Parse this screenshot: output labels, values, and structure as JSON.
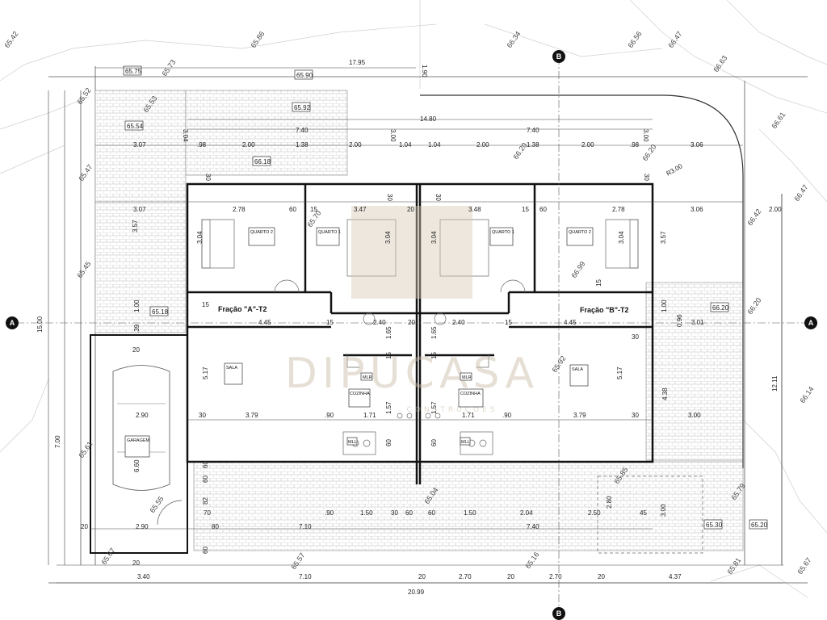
{
  "title": {
    "unit_a": "Fração \"A\"-T2",
    "unit_b": "Fração \"B\"-T2"
  },
  "watermark": {
    "main": "DIPUCASA",
    "sub": "CONSTRUÇÕES"
  },
  "section_markers": {
    "a_left": "A",
    "a_right": "A",
    "b_top": "B",
    "b_bottom": "B"
  },
  "room_tags": {
    "quarto_a1": "QUARTO 2",
    "quarto_a2": "QUARTO 1",
    "quarto_b1": "QUARTO 1",
    "quarto_b2": "QUARTO 2",
    "sala_a": "SALA",
    "sala_b": "SALA",
    "cozinha_a": "COZINHA",
    "cozinha_b": "COZINHA",
    "garagem": "GARAGEM",
    "mlr_a": "MLR",
    "mlr_b": "MLR",
    "mll_a": "MLL",
    "mll_b": "MLL"
  },
  "levels": {
    "l1": "65.42",
    "l2": "65.73",
    "l3": "65.86",
    "l4": "66.34",
    "l5": "66.56",
    "l6": "66.47",
    "l7": "66.63",
    "l8": "65.52",
    "l9": "65.53",
    "l10": "65.47",
    "l11": "65.45",
    "l12": "65.61",
    "l13": "65.55",
    "l14": "65.67",
    "l15": "65.57",
    "l16": "65.70",
    "l17": "65.92",
    "l18": "66.20",
    "l19": "66.61",
    "l20": "66.47",
    "l21": "66.42",
    "l22": "66.20",
    "l23": "66.14",
    "l24": "65.79",
    "l25": "65.85",
    "l26": "65.81",
    "l27": "65.67",
    "l28": "65.16",
    "l29": "65.04",
    "l30": "66.20",
    "l31": "66.99"
  },
  "level_tags": {
    "t1": "65.75",
    "t2": "65.90",
    "t3": "65.92",
    "t4": "65.54",
    "t5": "66.18",
    "t6": "65.18",
    "t7": "66.20",
    "t8": "65.30",
    "t9": "65.20"
  },
  "dims": {
    "top_17_95": "17.95",
    "top_1_90": "1.90",
    "d_14_80": "14.80",
    "d_7_40a": "7.40",
    "d_7_40b": "7.40",
    "d_3_07a": "3.07",
    "d_98a": ".98",
    "d_2_00a": "2.00",
    "d_1_38a": "1.38",
    "d_2_00b": "2.00",
    "d_1_04a": "1.04",
    "d_1_04b": "1.04",
    "d_2_00c": "2.00",
    "d_1_38b": "1.38",
    "d_2_00d": "2.00",
    "d_98b": ".98",
    "d_3_06a": "3.06",
    "d_3_04a": "3.04",
    "d_3_00a": "3.00",
    "d_3_00b": "3.00",
    "d_r3_00": "R3.00",
    "d_3_07b": "3.07",
    "d_30a": "30",
    "d_2_78a": "2.78",
    "d_60a": "60",
    "d_15a": "15",
    "d_3_47": "3.47",
    "d_30b": "30",
    "d_20a": "20",
    "d_30c": "30",
    "d_3_48": "3.48",
    "d_15b": "15",
    "d_60b": "60",
    "d_2_78b": "2.78",
    "d_30d": "30",
    "d_3_06b": "3.06",
    "d_2_00e": "2.00",
    "d_3_57a": "3.57",
    "d_3_04b": "3.04",
    "d_3_04c": "3.04",
    "d_3_04d": "3.04",
    "d_3_04e": "3.04",
    "d_3_57b": "3.57",
    "d_15_00": "15.00",
    "d_1_00a": "1.00",
    "d_39": ".39",
    "d_4_45a": "4.45",
    "d_15c": "15",
    "d_2_40a": "2.40",
    "d_20b": "20",
    "d_2_40b": "2.40",
    "d_15d": "15",
    "d_4_45b": "4.45",
    "d_1_00b": "1.00",
    "d_96": "0.96",
    "d_3_01": "3.01",
    "d_30e": "30",
    "d_20c": "20",
    "d_1_65a": "1.65",
    "d_1_65b": "1.65",
    "d_5_17a": "5.17",
    "d_5_17b": "5.17",
    "d_12_11": "12.11",
    "d_4_38": "4.38",
    "d_2_90a": "2.90",
    "d_30f": "30",
    "d_3_79a": "3.79",
    "d_90a": ".90",
    "d_1_71a": "1.71",
    "d_1_57a": "1.57",
    "d_1_57b": "1.57",
    "d_1_71b": "1.71",
    "d_90b": ".90",
    "d_3_79b": "3.79",
    "d_30g": "30",
    "d_3_00c": "3.00",
    "d_7_00": "7.00",
    "d_6_60": "6.60",
    "d_60c": "60",
    "d_60d": "60",
    "d_82": "82",
    "d_20d": "20",
    "d_2_90b": "2.90",
    "d_80": "80",
    "d_7_10a": "7.10",
    "d_70": "70",
    "d_90c": ".90",
    "d_1_50a": "1.50",
    "d_30h": "30",
    "d_60e": "60",
    "d_1_50b": "1.50",
    "d_2_04": "2.04",
    "d_2_50": "2.50",
    "d_45": "45",
    "d_3_00d": "3.00",
    "d_2_80": "2.80",
    "d_7_40c": "7.40",
    "d_20e": "20",
    "d_3_40": "3.40",
    "d_7_10b": "7.10",
    "d_20f": "20",
    "d_2_70a": "2.70",
    "d_20g": "20",
    "d_2_70b": "2.70",
    "d_20h": "20",
    "d_4_37": "4.37",
    "d_20_99": "20.99",
    "d_60f": "60",
    "d_60g": "60",
    "d_60h": "60",
    "d_60i": "60",
    "d_15e": "15",
    "d_15f": "15",
    "d_15g": "15",
    "d_15h": "15"
  }
}
